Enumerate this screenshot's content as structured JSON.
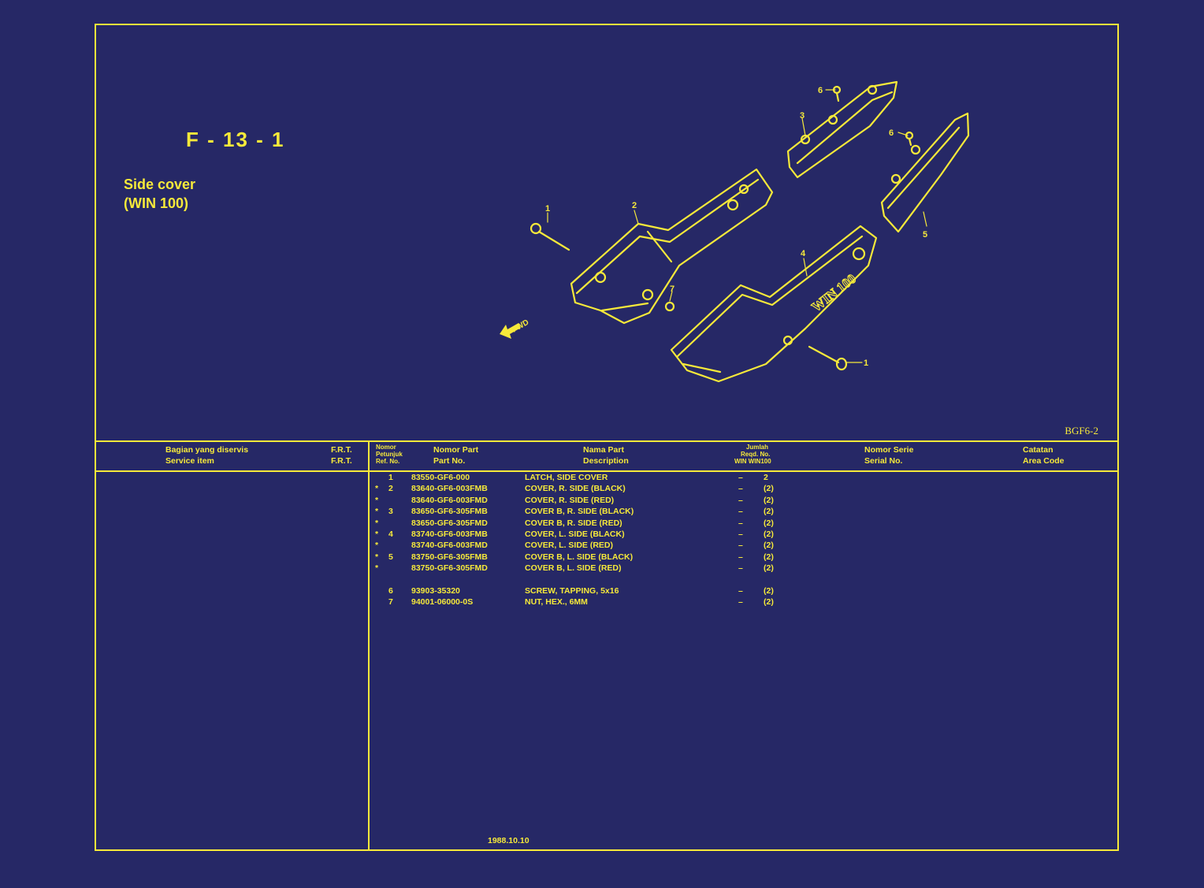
{
  "header": {
    "code": "F - 13 - 1",
    "title_line1": "Side cover",
    "title_line2": "(WIN 100)",
    "figure_id": "BGF6-2"
  },
  "diagram": {
    "callouts": [
      "1",
      "2",
      "3",
      "4",
      "5",
      "6",
      "6",
      "7",
      "1"
    ],
    "fwd_label": "FWD",
    "emblem_text": "WIN 100"
  },
  "table": {
    "headers": {
      "service_id": "Bagian yang diservis",
      "service_en": "Service item",
      "frt1": "F.R.T.",
      "frt2": "F.R.T.",
      "ref_line1": "Nomor",
      "ref_line2": "Petunjuk",
      "ref_line3": "Ref. No.",
      "part_id": "Nomor Part",
      "part_en": "Part No.",
      "desc_id": "Nama Part",
      "desc_en": "Description",
      "qty_line1": "Jumlah",
      "qty_line2": "Reqd. No.",
      "qty_line3": "WIN WIN100",
      "serial_id": "Nomor Serie",
      "serial_en": "Serial No.",
      "area_id": "Catatan",
      "area_en": "Area Code"
    },
    "rows": [
      {
        "mark": "",
        "ref": "1",
        "part": "83550-GF6-000",
        "desc": "LATCH, SIDE COVER",
        "q1": "–",
        "q2": "2"
      },
      {
        "mark": "*",
        "ref": "2",
        "part": "83640-GF6-003FMB",
        "desc": "COVER, R. SIDE (BLACK)",
        "q1": "–",
        "q2": "(2)"
      },
      {
        "mark": "*",
        "ref": "",
        "part": "83640-GF6-003FMD",
        "desc": "COVER, R. SIDE (RED)",
        "q1": "–",
        "q2": "(2)"
      },
      {
        "mark": "*",
        "ref": "3",
        "part": "83650-GF6-305FMB",
        "desc": "COVER B, R. SIDE (BLACK)",
        "q1": "–",
        "q2": "(2)"
      },
      {
        "mark": "*",
        "ref": "",
        "part": "83650-GF6-305FMD",
        "desc": "COVER B, R. SIDE (RED)",
        "q1": "–",
        "q2": "(2)"
      },
      {
        "mark": "*",
        "ref": "4",
        "part": "83740-GF6-003FMB",
        "desc": "COVER, L. SIDE (BLACK)",
        "q1": "–",
        "q2": "(2)"
      },
      {
        "mark": "*",
        "ref": "",
        "part": "83740-GF6-003FMD",
        "desc": "COVER, L. SIDE (RED)",
        "q1": "–",
        "q2": "(2)"
      },
      {
        "mark": "*",
        "ref": "5",
        "part": "83750-GF6-305FMB",
        "desc": "COVER B, L. SIDE (BLACK)",
        "q1": "–",
        "q2": "(2)"
      },
      {
        "mark": "*",
        "ref": "",
        "part": "83750-GF6-305FMD",
        "desc": "COVER B, L. SIDE (RED)",
        "q1": "–",
        "q2": "(2)"
      },
      {
        "mark": "",
        "ref": "6",
        "part": "93903-35320",
        "desc": "SCREW, TAPPING, 5x16",
        "q1": "–",
        "q2": "(2)"
      },
      {
        "mark": "",
        "ref": "7",
        "part": "94001-06000-0S",
        "desc": "NUT, HEX., 6MM",
        "q1": "–",
        "q2": "(2)"
      }
    ]
  },
  "footer": {
    "date": "1988.10.10"
  },
  "colors": {
    "background": "#262866",
    "line": "#f6e93a"
  }
}
